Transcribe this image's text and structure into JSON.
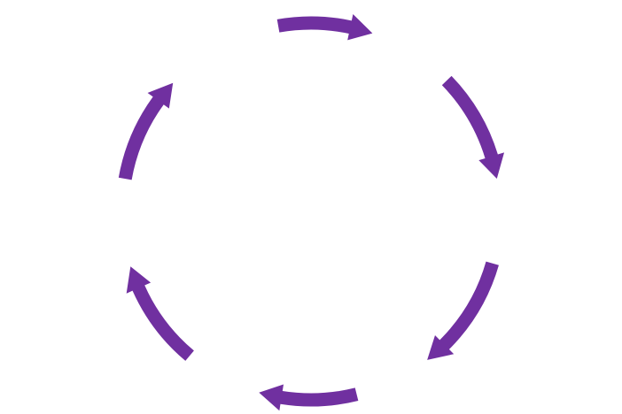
{
  "diagram": {
    "type": "cycle",
    "direction": "clockwise",
    "arrow_color": "#7030A0",
    "background": "#FFFFFF",
    "arrows": [
      {
        "id": "top",
        "icon": "curved-arrow-right-icon"
      },
      {
        "id": "upper-right",
        "icon": "curved-arrow-down-icon"
      },
      {
        "id": "lower-right",
        "icon": "curved-arrow-down-left-icon"
      },
      {
        "id": "bottom",
        "icon": "curved-arrow-left-icon"
      },
      {
        "id": "lower-left",
        "icon": "curved-arrow-up-icon"
      },
      {
        "id": "upper-left",
        "icon": "curved-arrow-up-right-icon"
      }
    ]
  }
}
